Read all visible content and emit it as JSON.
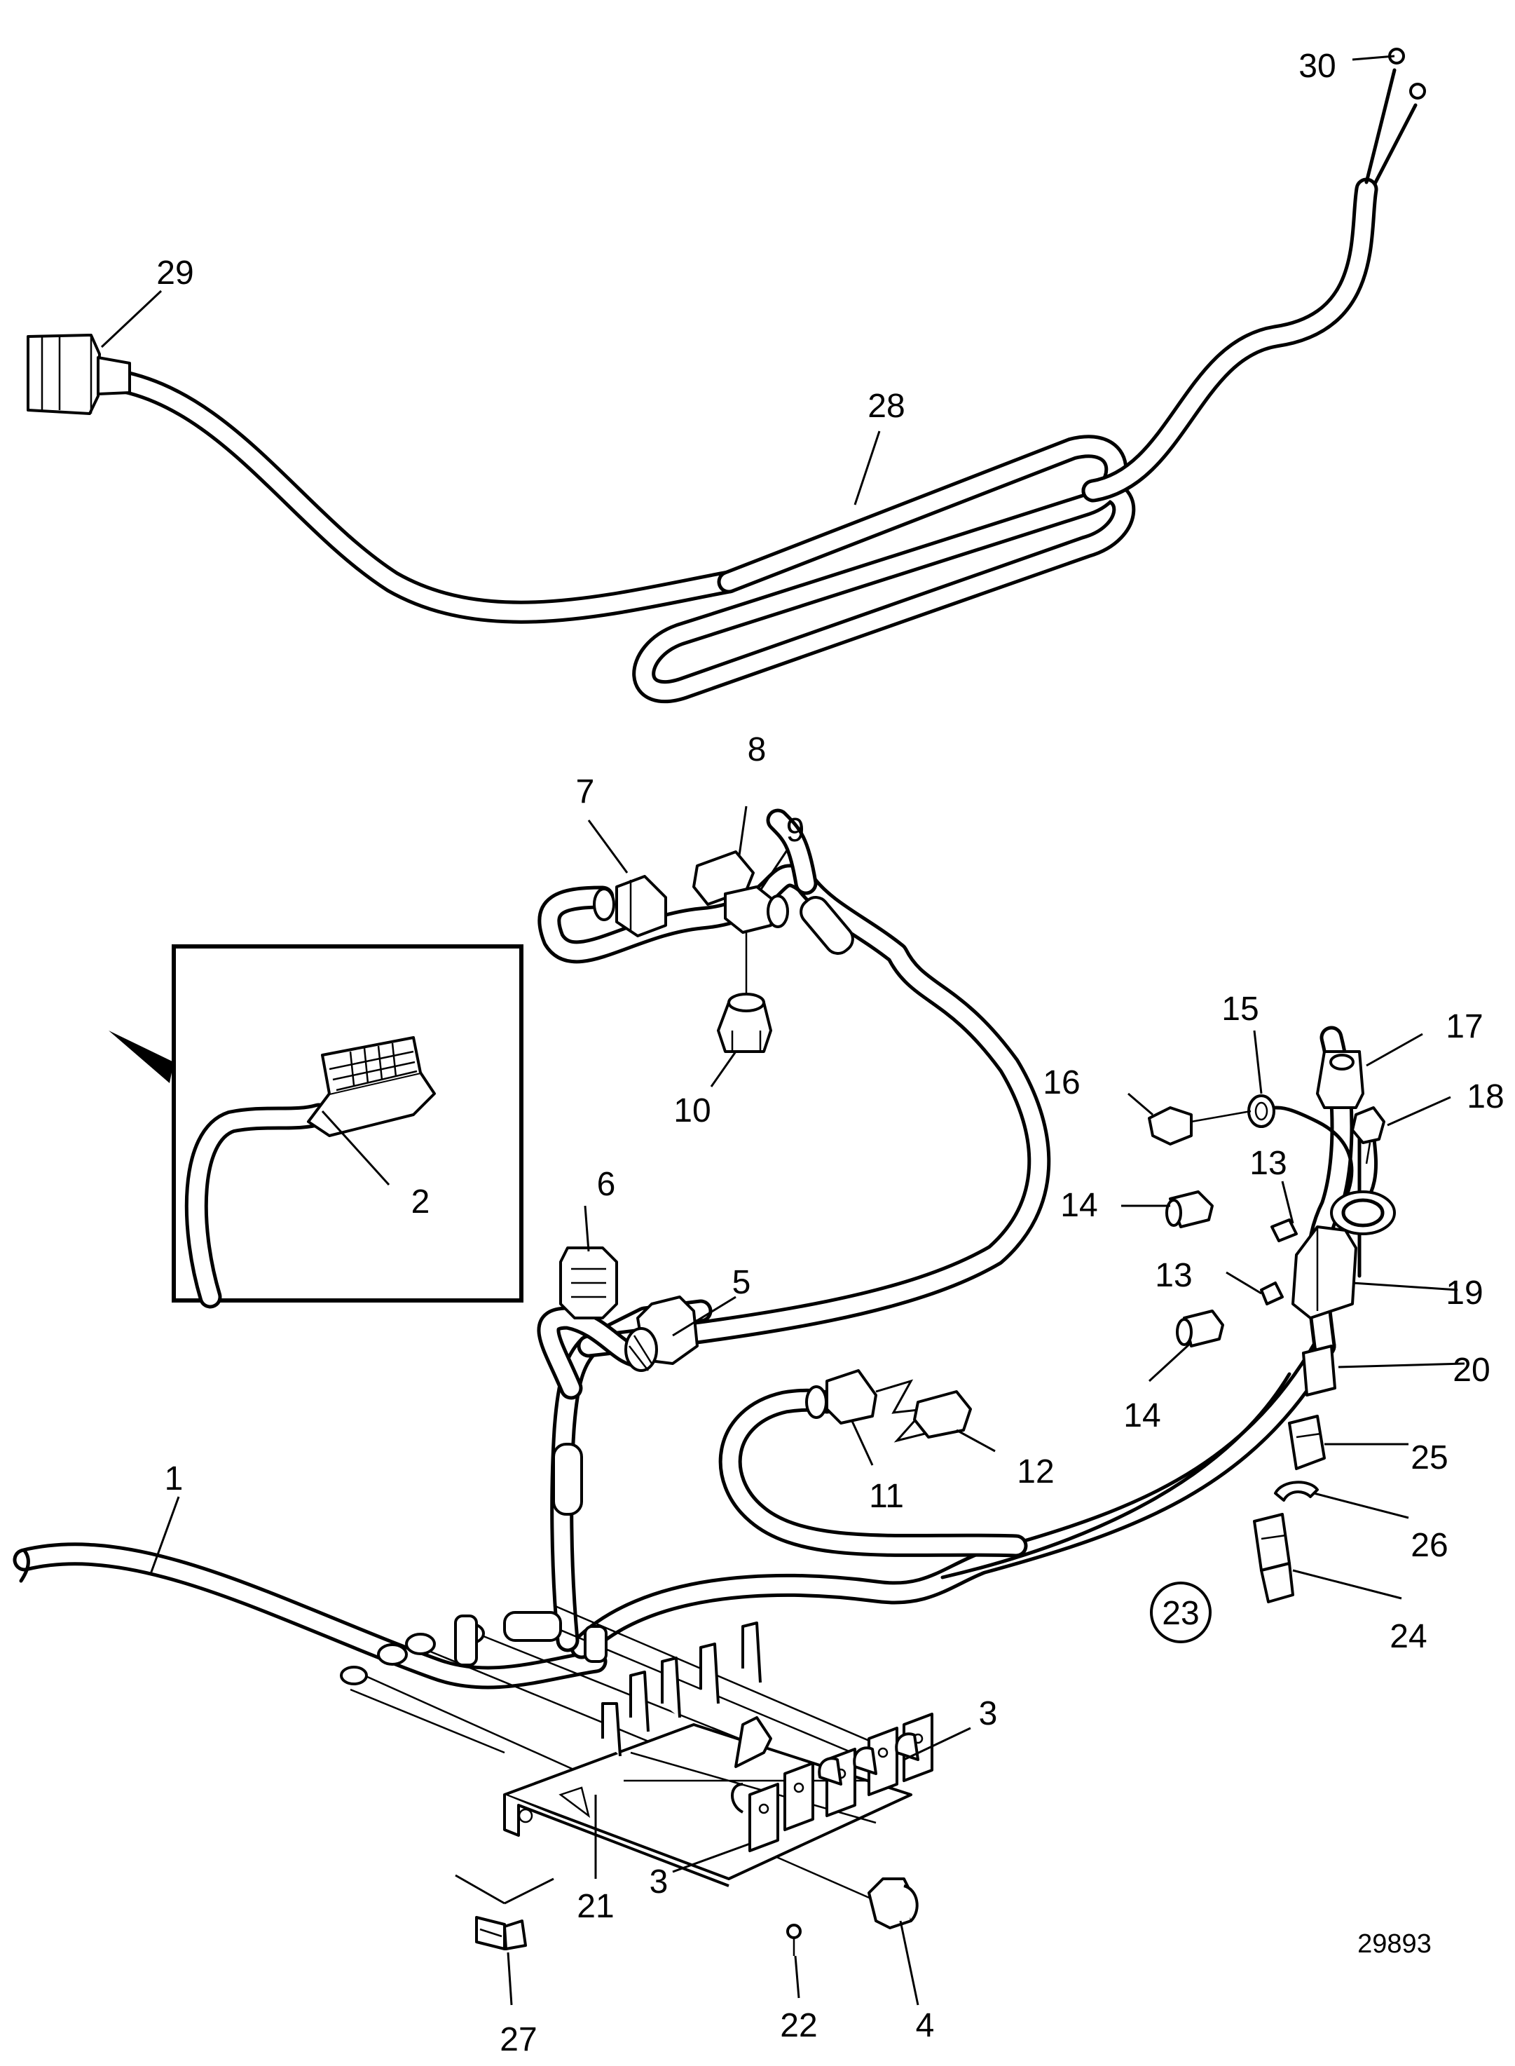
{
  "figure_number": "29893",
  "detail_arrow": "detail-view-pointer",
  "callouts": [
    {
      "id": "1",
      "label": "1"
    },
    {
      "id": "2",
      "label": "2"
    },
    {
      "id": "3a",
      "label": "3"
    },
    {
      "id": "3b",
      "label": "3"
    },
    {
      "id": "4",
      "label": "4"
    },
    {
      "id": "5",
      "label": "5"
    },
    {
      "id": "6",
      "label": "6"
    },
    {
      "id": "7",
      "label": "7"
    },
    {
      "id": "8",
      "label": "8"
    },
    {
      "id": "9",
      "label": "9"
    },
    {
      "id": "10",
      "label": "10"
    },
    {
      "id": "11",
      "label": "11"
    },
    {
      "id": "12",
      "label": "12"
    },
    {
      "id": "13a",
      "label": "13"
    },
    {
      "id": "13b",
      "label": "13"
    },
    {
      "id": "14a",
      "label": "14"
    },
    {
      "id": "14b",
      "label": "14"
    },
    {
      "id": "15",
      "label": "15"
    },
    {
      "id": "16",
      "label": "16"
    },
    {
      "id": "17",
      "label": "17"
    },
    {
      "id": "18",
      "label": "18"
    },
    {
      "id": "19",
      "label": "19"
    },
    {
      "id": "20",
      "label": "20"
    },
    {
      "id": "21",
      "label": "21"
    },
    {
      "id": "22",
      "label": "22"
    },
    {
      "id": "23",
      "label": "23"
    },
    {
      "id": "24",
      "label": "24"
    },
    {
      "id": "25",
      "label": "25"
    },
    {
      "id": "26",
      "label": "26"
    },
    {
      "id": "27",
      "label": "27"
    },
    {
      "id": "28",
      "label": "28"
    },
    {
      "id": "29",
      "label": "29"
    },
    {
      "id": "30",
      "label": "30"
    }
  ]
}
